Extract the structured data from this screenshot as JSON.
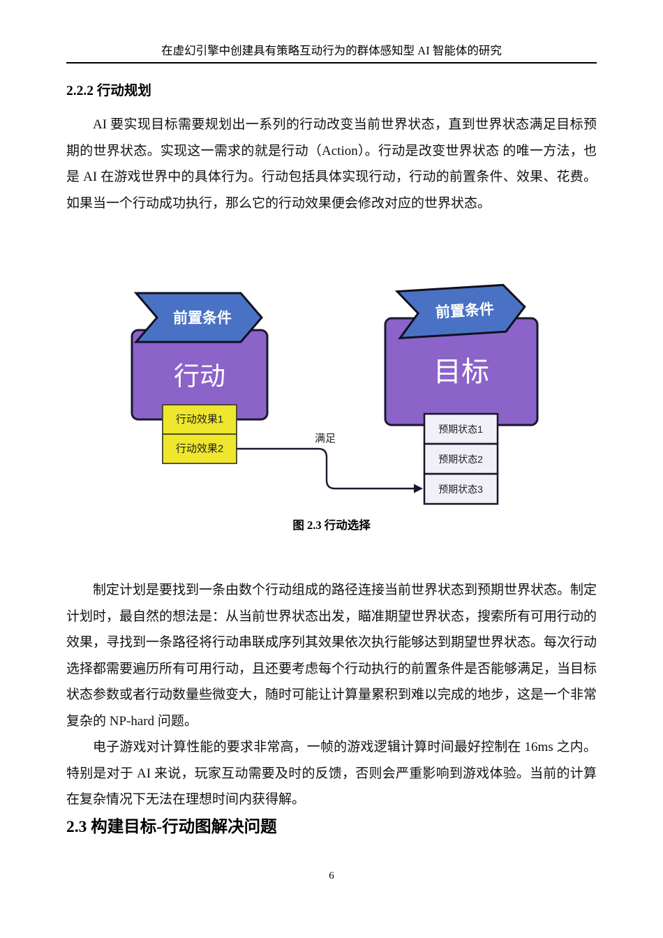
{
  "header": {
    "title": "在虚幻引擎中创建具有策略互动行为的群体感知型 AI 智能体的研究"
  },
  "sections": {
    "s222_heading": "2.2.2 行动规划",
    "s23_heading": "2.3 构建目标-行动图解决问题"
  },
  "paragraphs": {
    "p1": "AI 要实现目标需要规划出一系列的行动改变当前世界状态，直到世界状态满足目标预期的世界状态。实现这一需求的就是行动（Action）。行动是改变世界状态 的唯一方法，也是 AI 在游戏世界中的具体行为。行动包括具体实现行动，行动的前置条件、效果、花费。如果当一个行动成功执行，那么它的行动效果便会修改对应的世界状态。",
    "p2": "制定计划是要找到一条由数个行动组成的路径连接当前世界状态到预期世界状态。制定计划时，最自然的想法是：从当前世界状态出发，瞄准期望世界状态，搜索所有可用行动的效果，寻找到一条路径将行动串联成序列其效果依次执行能够达到期望世界状态。每次行动选择都需要遍历所有可用行动，且还要考虑每个行动执行的前置条件是否能够满足，当目标状态参数或者行动数量些微变大，随时可能让计算量累积到难以完成的地步，这是一个非常复杂的 NP-hard 问题。",
    "p3": "电子游戏对计算性能的要求非常高，一帧的游戏逻辑计算时间最好控制在 16ms 之内。特别是对于 AI 来说，玩家互动需要及时的反馈，否则会严重影响到游戏体验。当前的计算在复杂情况下无法在理想时间内获得解。"
  },
  "figure": {
    "caption": "图 2.3 行动选择",
    "diagram": {
      "action_banner": "前置条件",
      "goal_banner": "前置条件",
      "action_box": "行动",
      "goal_box": "目标",
      "effects": [
        "行动效果1",
        "行动效果2"
      ],
      "states": [
        "预期状态1",
        "预期状态2",
        "预期状态3"
      ],
      "connector_label": "满足",
      "colors": {
        "banner_fill": "#4a72c4",
        "box_fill": "#8b63c9",
        "effect_fill": "#efe72d",
        "state_fill": "#f1f0f8",
        "outline": "#1a1830"
      }
    }
  },
  "page_number": "6"
}
